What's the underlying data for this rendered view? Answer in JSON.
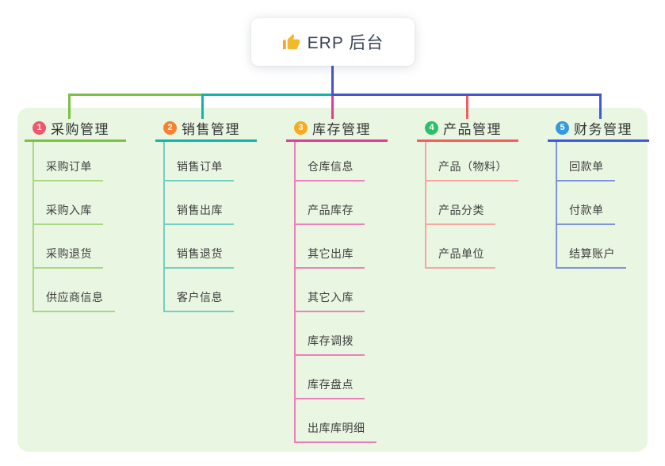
{
  "root": {
    "label": "ERP 后台",
    "icon": "thumbs-up-icon"
  },
  "branches": [
    {
      "badge": "1",
      "title": "采购管理",
      "badge_color": "#f1566d",
      "line_color": "#7cc242",
      "sub_line_color": "#a9d883",
      "items": [
        "采购订单",
        "采购入库",
        "采购退货",
        "供应商信息"
      ]
    },
    {
      "badge": "2",
      "title": "销售管理",
      "badge_color": "#f8802f",
      "line_color": "#14b3a7",
      "sub_line_color": "#72cfc6",
      "items": [
        "销售订单",
        "销售出库",
        "销售退货",
        "客户信息"
      ]
    },
    {
      "badge": "3",
      "title": "库存管理",
      "badge_color": "#f9a91c",
      "line_color": "#e13e92",
      "sub_line_color": "#ee7fbc",
      "items": [
        "仓库信息",
        "产品库存",
        "其它出库",
        "其它入库",
        "库存调拨",
        "库存盘点",
        "出库库明细"
      ]
    },
    {
      "badge": "4",
      "title": "产品管理",
      "badge_color": "#2fbe6a",
      "line_color": "#f25e5e",
      "sub_line_color": "#f7a5a1",
      "items": [
        "产品（物料）",
        "产品分类",
        "产品单位"
      ]
    },
    {
      "badge": "5",
      "title": "财务管理",
      "badge_color": "#3399e0",
      "line_color": "#3d5bd9",
      "sub_line_color": "#7e92de",
      "items": [
        "回款单",
        "付款单",
        "结算账户"
      ]
    }
  ],
  "colors": {
    "panel_bg": "#e8f6e2",
    "root_connector": "#4453cf",
    "root_text": "#3b4456",
    "title_text": "#333333",
    "item_text": "#404040",
    "thumb_gold": "#f5b82a",
    "thumb_cuff": "#f0a63a"
  }
}
